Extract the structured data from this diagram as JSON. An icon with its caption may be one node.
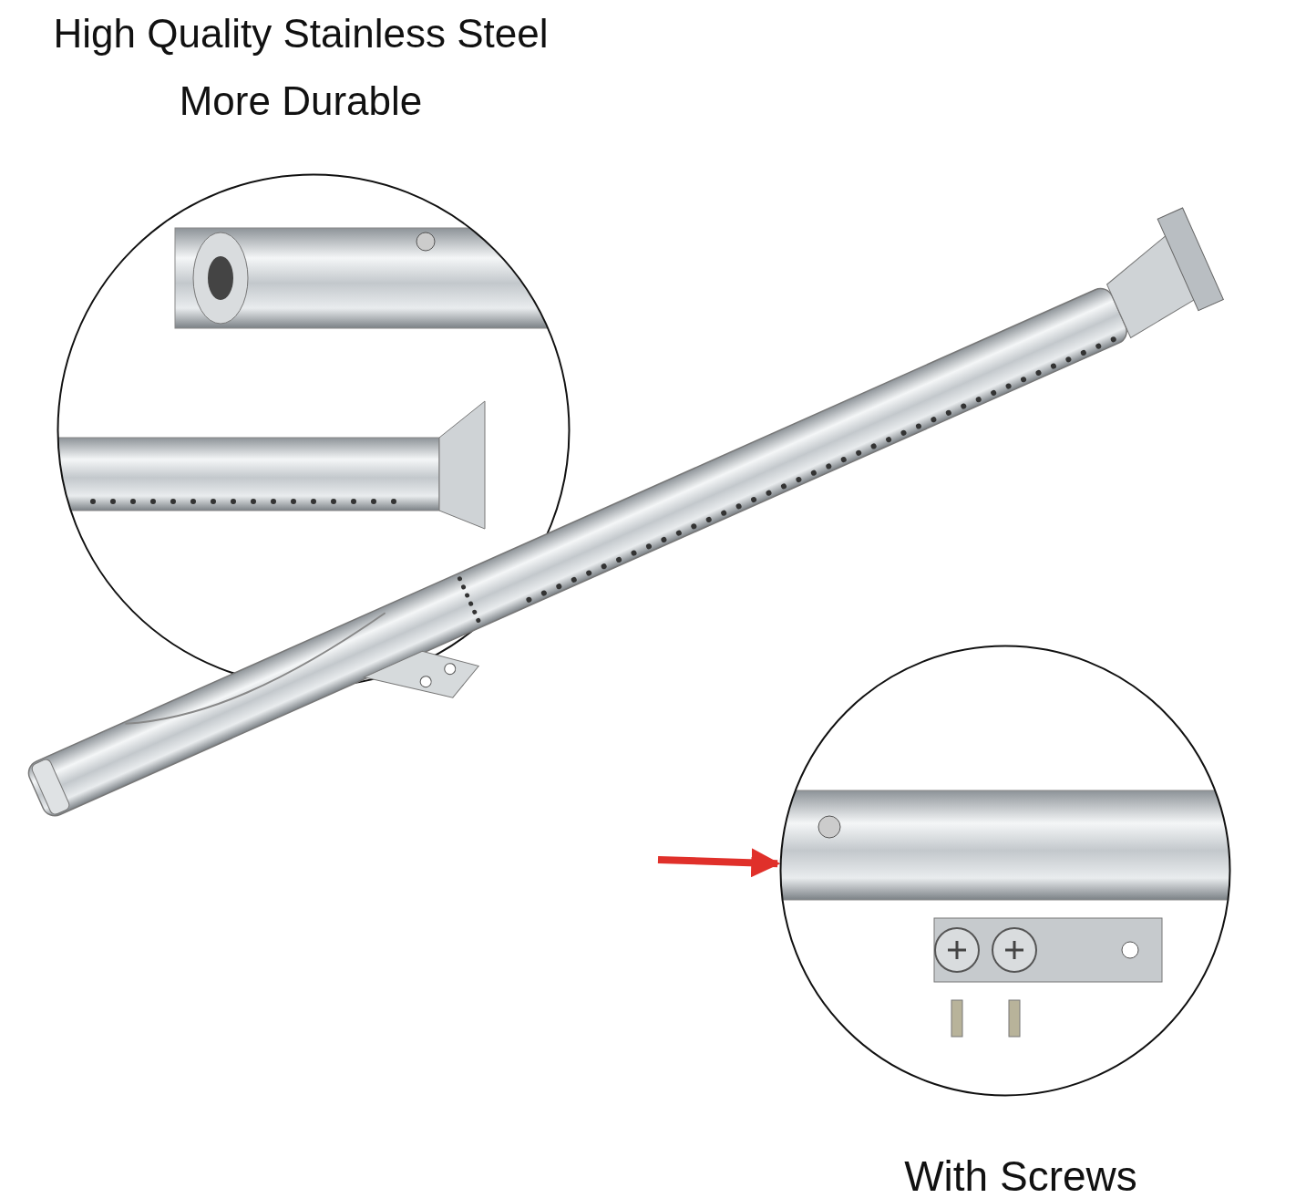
{
  "diagram": {
    "title": "High Quality Stainless Steel More Durable",
    "nodes": [
      {
        "text": [],
        "shape": "picture"
      },
      {
        "text": [],
        "shape": "picture"
      },
      {
        "text": [],
        "shape": "picture"
      }
    ],
    "edges": [
      {
        "from": null,
        "to": 2,
        "arrow": "to"
      }
    ],
    "labels": [
      "With Screws"
    ]
  }
}
